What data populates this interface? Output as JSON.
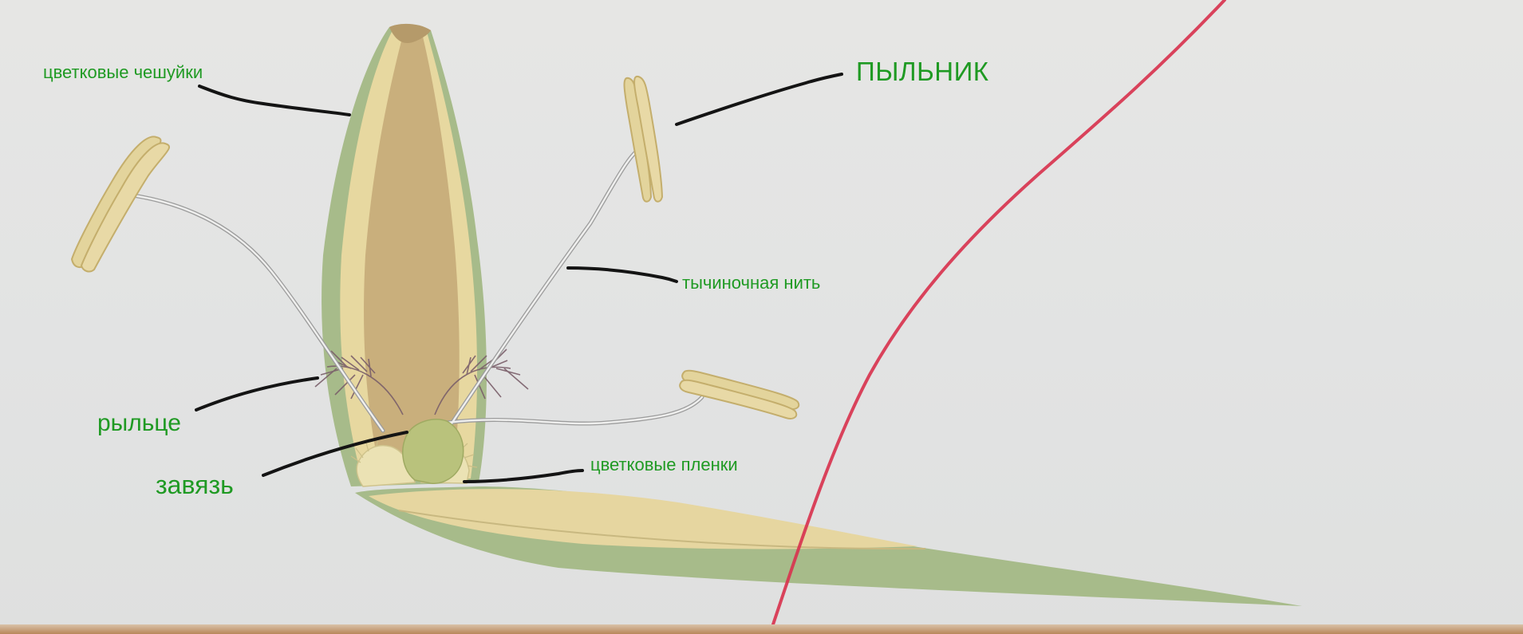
{
  "labels": {
    "flower_scales": "цветковые чешуйки",
    "anther": "ПЫЛЬНИК",
    "filament": "тычиночная нить",
    "stigma": "рыльце",
    "ovary": "завязь",
    "lodicules": "цветковые пленки"
  },
  "colors": {
    "label_text": "#1f9a23",
    "leader_line": "#141414",
    "red_line": "#d8344f",
    "scale_green": "#9cb27a",
    "scale_tan": "#c9b07a",
    "anther_yellow": "#e3d39a",
    "ovary_green": "#b6c079"
  }
}
